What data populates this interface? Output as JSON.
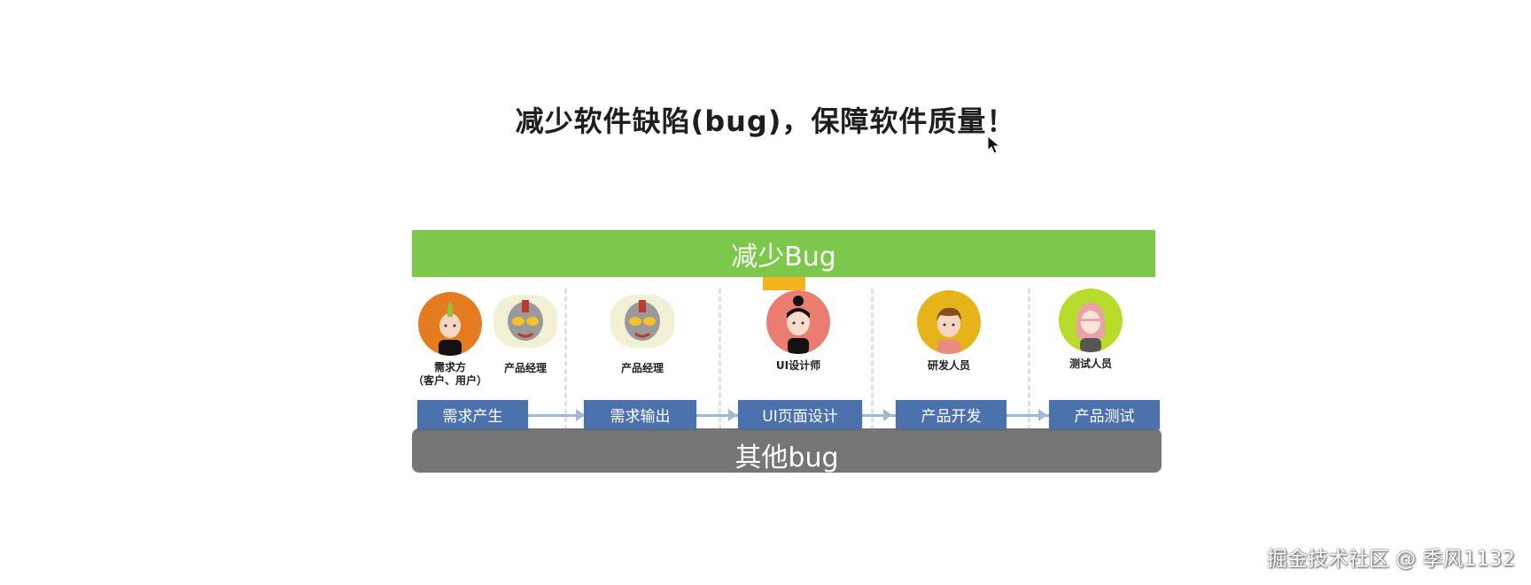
{
  "title": "减少软件缺陷(bug)，保障软件质量！",
  "banner_top": "减少Bug",
  "banner_bottom": "其他bug",
  "roles": {
    "demand_side": {
      "line1": "需求方",
      "line2": "（客户、用户）"
    },
    "pm_1": "产品经理",
    "pm_2": "产品经理",
    "ui_designer": "UI设计师",
    "developer": "研发人员",
    "tester": "测试人员"
  },
  "steps": [
    "需求产生",
    "需求输出",
    "UI页面设计",
    "产品开发",
    "产品测试"
  ],
  "watermark": "掘金技术社区 @ 季风1132",
  "colors": {
    "banner_top": "#7cc84a",
    "banner_bottom": "#767676",
    "step": "#4c72ad",
    "accent_tab": "#f5b320"
  },
  "icons": [
    "mouse-cursor-icon",
    "demand-side-avatar-icon",
    "product-manager-avatar-icon",
    "ui-designer-avatar-icon",
    "developer-avatar-icon",
    "tester-avatar-icon"
  ]
}
